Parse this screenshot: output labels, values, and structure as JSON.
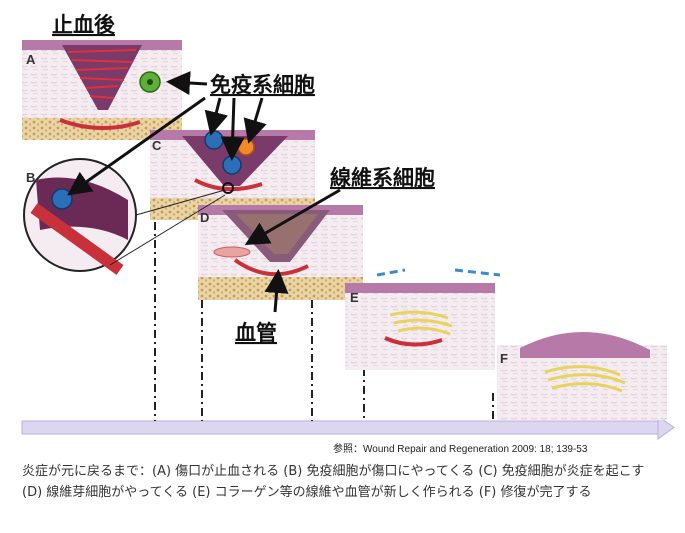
{
  "labels": {
    "hemostasis": "止血後",
    "immune_cells": "免疫系細胞",
    "fibroblasts": "線維系細胞",
    "blood_vessel": "血管"
  },
  "panels": [
    "A",
    "B",
    "C",
    "D",
    "E",
    "F"
  ],
  "reference": "参照：Wound Repair and Regeneration 2009: 18; 139-53",
  "caption": "炎症が元に戻るまで：(A) 傷口が止血される (B) 免疫細胞が傷口にやってくる (C) 免疫細胞が炎症を起こす (D) 線維芽細胞がやってくる (E) コラーゲン等の線維や血管が新しく作られる (F) 修復が完了する",
  "colors": {
    "skin_top": "#a86a9c",
    "dermis": "#f3e9ee",
    "fat": "#e0c48a",
    "wound": "#7a3a6a",
    "clot": "#e0303a",
    "immune_cell": "#2b6fb8",
    "collagen": "#e8d45a",
    "timeline": "#cfc6ea"
  }
}
